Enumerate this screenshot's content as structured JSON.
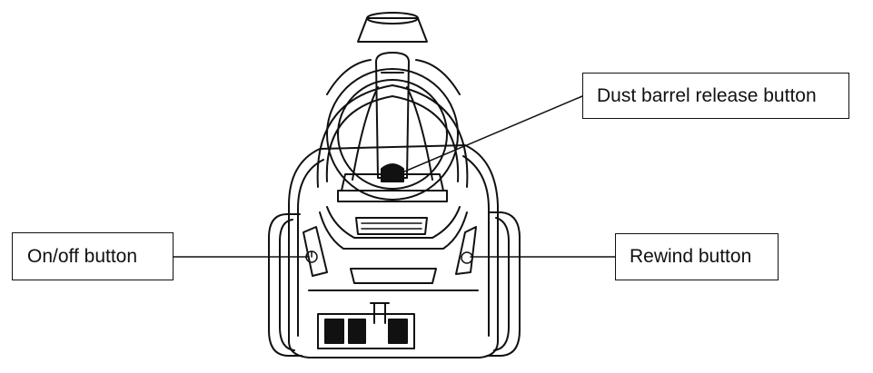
{
  "callouts": {
    "dust_barrel": "Dust barrel release button",
    "on_off": "On/off button",
    "rewind": "Rewind button"
  },
  "style": {
    "line_color": "#111111",
    "background": "#ffffff"
  }
}
